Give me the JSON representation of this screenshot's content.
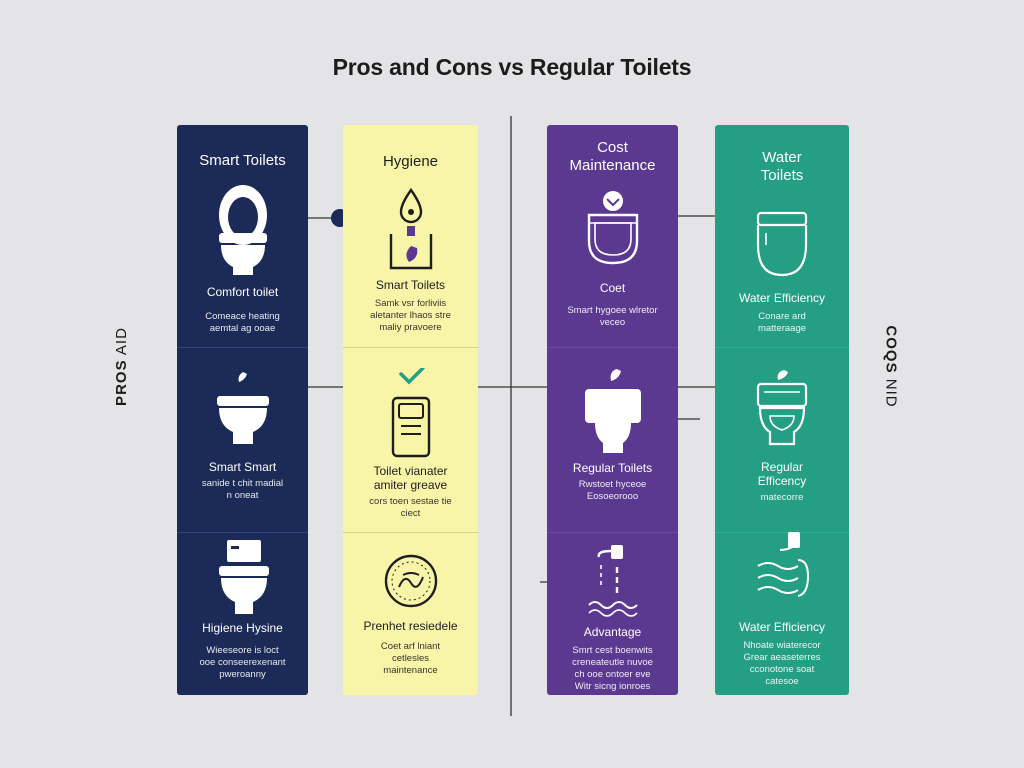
{
  "title": "Pros and Cons  vs Regular Toilets",
  "side_labels": {
    "pros_bold": "PROS",
    "pros_rest": "AID",
    "cons_bold": "COQS",
    "cons_rest": "NID"
  },
  "columns": {
    "smart": {
      "header": "Smart Toilets",
      "items": [
        {
          "label": "Comfort toilet",
          "desc1": "Comeace heating",
          "desc2": "aemtal ag ooae",
          "icon": "smart-toilet-icon"
        },
        {
          "label": "Smart Smart",
          "desc1": "sanide t chit madial",
          "desc2": "n oneat",
          "icon": "toilet-bowl-icon"
        },
        {
          "label": "Higiene Hysine",
          "desc1": "Wieeseore is loct",
          "desc2": "ooe conseerexenant",
          "desc3": "pweroanny",
          "icon": "toilet-tank-icon"
        }
      ]
    },
    "hygiene": {
      "header": "Hygiene",
      "items": [
        {
          "label": "Smart Toilets",
          "desc1": "Samk vsr forliviis",
          "desc2": "aletanter lhaos stre",
          "desc3": "maliy pravoere",
          "icon": "water-drop-icon"
        },
        {
          "label": "Toilet vianater",
          "label2": "amiter greave",
          "desc1": "cors toen sestae tie",
          "desc2": "ciect",
          "icon": "sanitizer-icon"
        },
        {
          "label": "Prenhet resiedele",
          "desc1": "Coet arf lniant",
          "desc2": "cetlesles",
          "desc3": "maintenance",
          "icon": "seal-badge-icon"
        }
      ]
    },
    "cost": {
      "header": "Cost",
      "header2": "Maintenance",
      "items": [
        {
          "label": "Coet",
          "desc1": "Smart hygoee wlretor",
          "desc2": "veceo",
          "icon": "bidet-seat-icon"
        },
        {
          "label": "Regular Toilets",
          "desc1": "Rwstoet hyceoe",
          "desc2": "Eosoeorooo",
          "icon": "regular-toilet-icon"
        },
        {
          "label": "Advantage",
          "desc1": "Smrt cest boenwits",
          "desc2": "creneateutle nuvoe",
          "desc3": "ch ooe ontoer eve",
          "desc4": "Witr sicng ionroes",
          "icon": "faucet-drip-icon"
        }
      ]
    },
    "water": {
      "header": "Water",
      "header2": "Toilets",
      "items": [
        {
          "label": "Water Efficiency",
          "desc1": "Conare ard",
          "desc2": "matteraage",
          "icon": "toilet-seat-icon"
        },
        {
          "label": "Regular",
          "label2": "Efficency",
          "desc1": "matecorre",
          "icon": "water-toilet-icon"
        },
        {
          "label": "Water Efficiency",
          "desc1": "Nhoate wiaterecor",
          "desc2": "Grear aeaseterres",
          "desc3": "cconotone soat",
          "desc4": "catesoe",
          "icon": "water-flow-icon"
        }
      ]
    }
  },
  "colors": {
    "smart": "#1c2a57",
    "hygiene": "#f8f4a8",
    "cost": "#5b3990",
    "water": "#249f83",
    "dot_navy": "#1c2a57",
    "dot_teal": "#249f83",
    "background": "#e4e4e6"
  }
}
